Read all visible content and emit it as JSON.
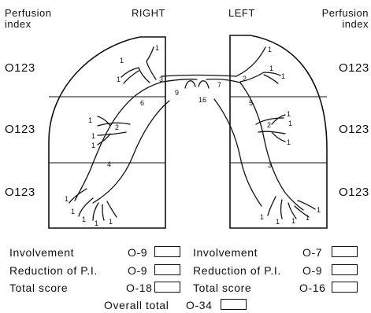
{
  "headers": {
    "pi_left": [
      "Perfusion",
      "index"
    ],
    "right": "RIGHT",
    "left": "LEFT",
    "pi_right": [
      "Perfusion",
      "index"
    ]
  },
  "perfusion_scale": "O123",
  "numbers": {
    "n1": "1",
    "n2": "2",
    "n3": "3",
    "n4": "4",
    "n5": "5",
    "n6": "6",
    "n7": "7",
    "n9": "9",
    "n16": "16"
  },
  "scores": {
    "right": {
      "involvement": {
        "label": "Involvement",
        "range": "O-9"
      },
      "reduction": {
        "label": "Reduction of P.I.",
        "range": "O-9"
      },
      "total": {
        "label": "Total score",
        "range": "O-18"
      }
    },
    "left": {
      "involvement": {
        "label": "Involvement",
        "range": "O-7"
      },
      "reduction": {
        "label": "Reduction of P.I.",
        "range": "O-9"
      },
      "total": {
        "label": "Total score",
        "range": "O-16"
      }
    },
    "overall": {
      "label": "Overall total",
      "range": "O-34"
    }
  }
}
